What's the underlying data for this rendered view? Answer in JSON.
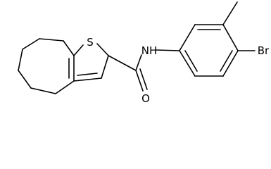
{
  "molecule": {
    "atoms": {
      "sulfur": "S",
      "amide_nitrogen": "NH",
      "amide_oxygen": "O",
      "bromine": "Br"
    }
  }
}
